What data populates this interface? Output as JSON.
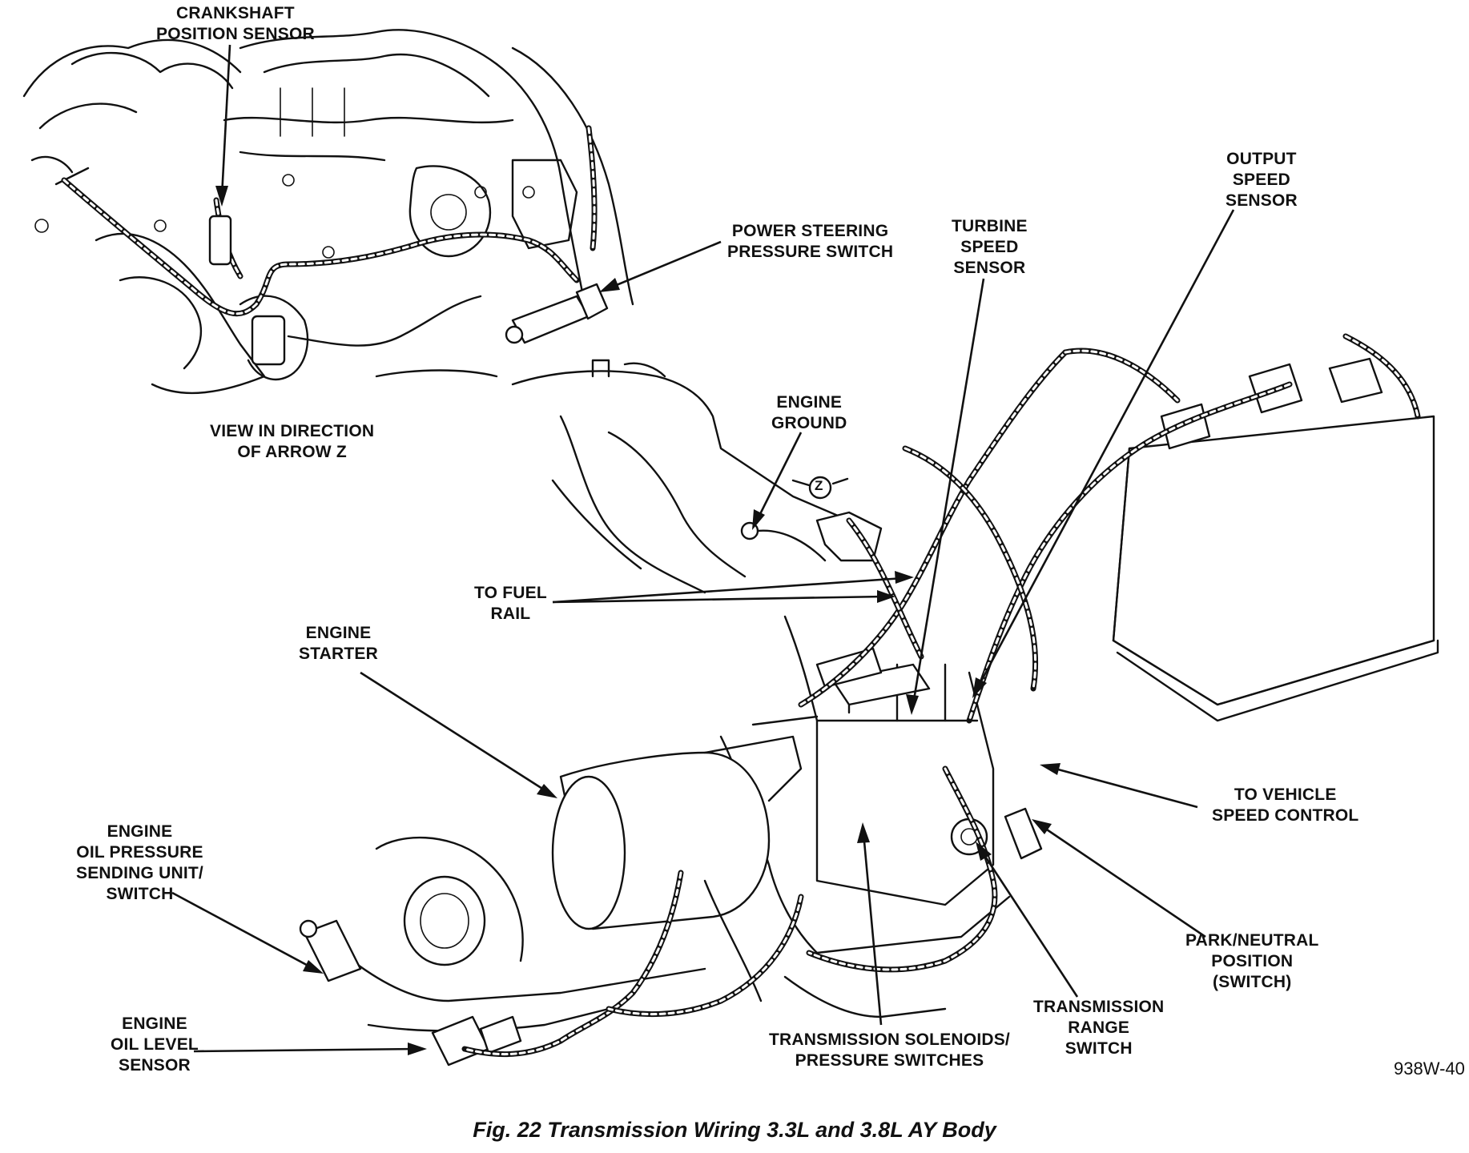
{
  "labels": {
    "crankshaft_sensor": [
      "CRANKSHAFT",
      "POSITION SENSOR"
    ],
    "power_steering_switch": [
      "POWER STEERING",
      "PRESSURE SWITCH"
    ],
    "view_direction": [
      "VIEW IN DIRECTION",
      "OF ARROW Z"
    ],
    "turbine_speed_sensor": [
      "TURBINE",
      "SPEED",
      "SENSOR"
    ],
    "output_speed_sensor": [
      "OUTPUT",
      "SPEED",
      "SENSOR"
    ],
    "engine_ground": [
      "ENGINE",
      "GROUND"
    ],
    "arrow_z": "Z",
    "to_fuel_rail": [
      "TO FUEL",
      "RAIL"
    ],
    "engine_starter": [
      "ENGINE",
      "STARTER"
    ],
    "to_vehicle_speed_control": [
      "TO VEHICLE",
      "SPEED CONTROL"
    ],
    "oil_pressure_sending_unit": [
      "ENGINE",
      "OIL PRESSURE",
      "SENDING UNIT/",
      "SWITCH"
    ],
    "park_neutral_switch": [
      "PARK/NEUTRAL",
      "POSITION",
      "(SWITCH)"
    ],
    "oil_level_sensor": [
      "ENGINE",
      "OIL LEVEL",
      "SENSOR"
    ],
    "transmission_range_switch": [
      "TRANSMISSION",
      "RANGE",
      "SWITCH"
    ],
    "transmission_solenoids": [
      "TRANSMISSION SOLENOIDS/",
      "PRESSURE SWITCHES"
    ]
  },
  "figure_code": "938W-40",
  "caption": "Fig. 22 Transmission Wiring 3.3L and 3.8L AY Body"
}
